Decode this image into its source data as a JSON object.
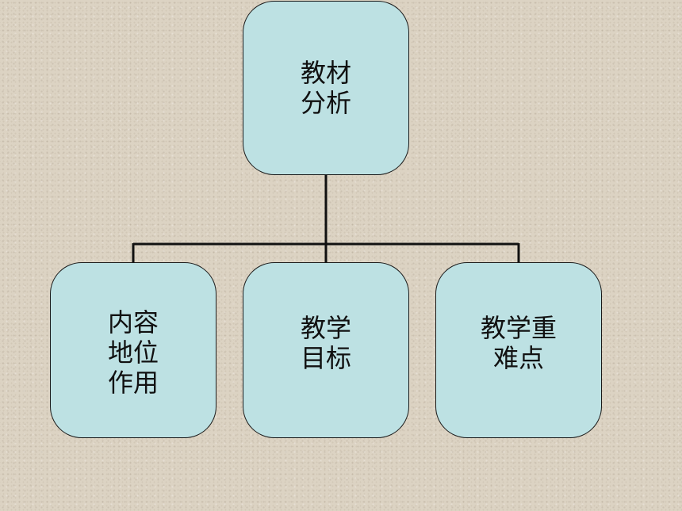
{
  "diagram": {
    "root": {
      "lines": [
        "教材",
        "分析"
      ]
    },
    "children": [
      {
        "lines": [
          "内容",
          "地位",
          "作用"
        ]
      },
      {
        "lines": [
          "教学",
          "目标"
        ]
      },
      {
        "lines": [
          "教学重",
          "难点"
        ]
      }
    ]
  },
  "colors": {
    "box_fill": "#bde1e3",
    "box_border": "#1a1a1a",
    "connector": "#111111",
    "background": "#dcd3c3"
  }
}
